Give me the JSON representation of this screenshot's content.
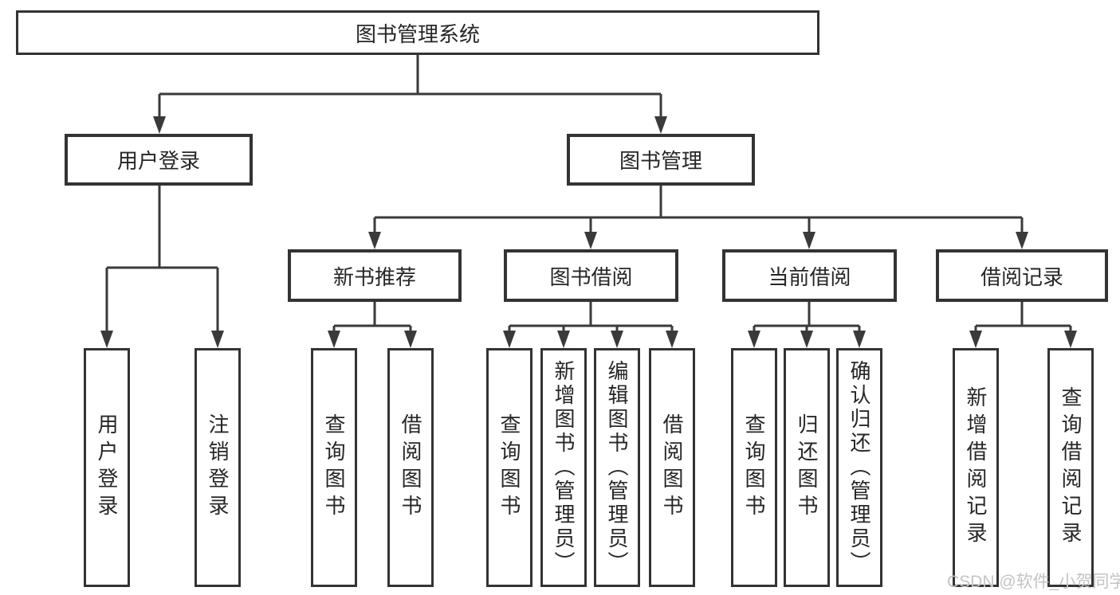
{
  "diagram": {
    "type": "hierarchy-tree",
    "root": {
      "label": "图书管理系统"
    },
    "branches": [
      {
        "label": "用户登录",
        "children": [
          {
            "label": "用户登录"
          },
          {
            "label": "注销登录"
          }
        ]
      },
      {
        "label": "图书管理",
        "children": [
          {
            "label": "新书推荐",
            "children": [
              {
                "label": "查询图书"
              },
              {
                "label": "借阅图书"
              }
            ]
          },
          {
            "label": "图书借阅",
            "children": [
              {
                "label": "查询图书"
              },
              {
                "label": "新增图书（管理员）"
              },
              {
                "label": "编辑图书（管理员）"
              },
              {
                "label": "借阅图书"
              }
            ]
          },
          {
            "label": "当前借阅",
            "children": [
              {
                "label": "查询图书"
              },
              {
                "label": "归还图书"
              },
              {
                "label": "确认归还（管理员）"
              }
            ]
          },
          {
            "label": "借阅记录",
            "children": [
              {
                "label": "新增借阅记录"
              },
              {
                "label": "查询借阅记录"
              }
            ]
          }
        ]
      }
    ]
  },
  "watermark": {
    "text": "CSDN @软件_小贺同学"
  },
  "colors": {
    "line": "#3a3a3a",
    "box_border": "#333333",
    "box_fill": "#ffffff",
    "text": "#262626",
    "watermark": "#c4c4c4"
  }
}
